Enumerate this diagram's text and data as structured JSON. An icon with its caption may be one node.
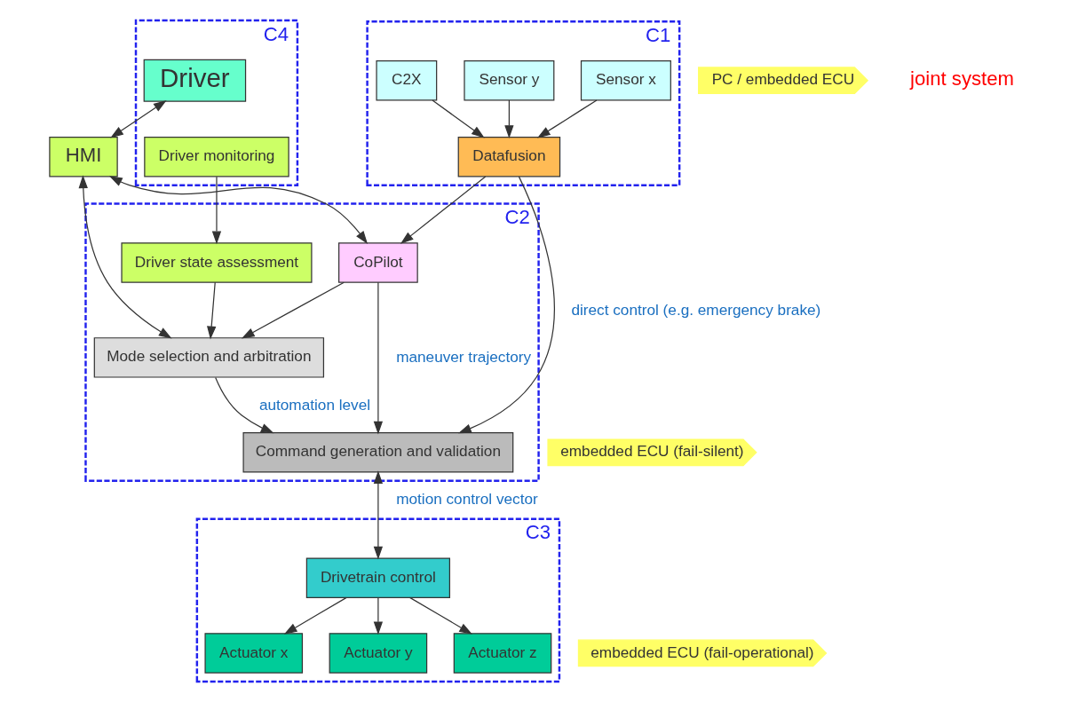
{
  "diagram": {
    "nodes": [
      {
        "text": [
          "C4"
        ]
      },
      {
        "text": [
          "Driver"
        ],
        "in": 0
      },
      {
        "text": [
          "Driver monitoring"
        ],
        "in": 0
      },
      {
        "text": [
          "C1"
        ]
      },
      {
        "text": [
          "Sensor x"
        ],
        "in": 3
      },
      {
        "text": [
          "Sensor y"
        ],
        "in": 3
      },
      {
        "text": [
          "C2X"
        ],
        "in": 3
      },
      {
        "text": [
          "Datafusion"
        ],
        "in": 3
      },
      {
        "text": [
          "C2"
        ]
      },
      {
        "text": [
          "Driver state assessment"
        ],
        "in": 8
      },
      {
        "text": [
          "HMI"
        ]
      },
      {
        "text": [
          "CoPilot"
        ],
        "in": 8
      },
      {
        "text": [
          "Mode selection and arbitration"
        ],
        "in": 8
      },
      {
        "text": [
          "Command generation and validation"
        ],
        "in": 8
      },
      {
        "text": [
          "C3"
        ]
      },
      {
        "text": [
          "Drivetrain control"
        ],
        "in": 14
      },
      {
        "text": [
          "Actuator x"
        ],
        "in": 14
      },
      {
        "text": [
          "Actuator y"
        ],
        "in": 14
      },
      {
        "text": [
          "Actuator z"
        ],
        "in": 14
      },
      {
        "text": [
          "PC / embedded ECU"
        ]
      },
      {
        "text": [
          "embedded ECU (fail-silent)"
        ]
      },
      {
        "text": [
          "embedded ECU (fail-operational)"
        ]
      }
    ],
    "edges": [
      {
        "from": 4,
        "to": 7,
        "arrow": "to"
      },
      {
        "from": 5,
        "to": 7,
        "arrow": "to"
      },
      {
        "from": 6,
        "to": 7,
        "arrow": "to"
      },
      {
        "from": 1,
        "to": 10,
        "arrow": "both"
      },
      {
        "from": 2,
        "to": 9,
        "arrow": "to"
      },
      {
        "from": 7,
        "to": 11,
        "arrow": "to"
      },
      {
        "from": 10,
        "to": 11,
        "arrow": "both"
      },
      {
        "from": 10,
        "to": 12,
        "arrow": "both"
      },
      {
        "from": 9,
        "to": 12,
        "arrow": "to"
      },
      {
        "from": 11,
        "to": 12,
        "arrow": "to"
      },
      {
        "from": 11,
        "to": 13,
        "arrow": "to",
        "label": "maneuver trajectory"
      },
      {
        "from": 7,
        "to": 13,
        "arrow": "to",
        "label": "direct control (e.g. emergency brake)"
      },
      {
        "from": 12,
        "to": 13,
        "arrow": "to",
        "label": "automation level"
      },
      {
        "from": 13,
        "to": 15,
        "arrow": "both",
        "label": "motion control vector"
      },
      {
        "from": 15,
        "to": 16,
        "arrow": "to"
      },
      {
        "from": 15,
        "to": 17,
        "arrow": "to"
      },
      {
        "from": 15,
        "to": 18,
        "arrow": "to"
      }
    ],
    "labels": [
      "joint system"
    ]
  }
}
